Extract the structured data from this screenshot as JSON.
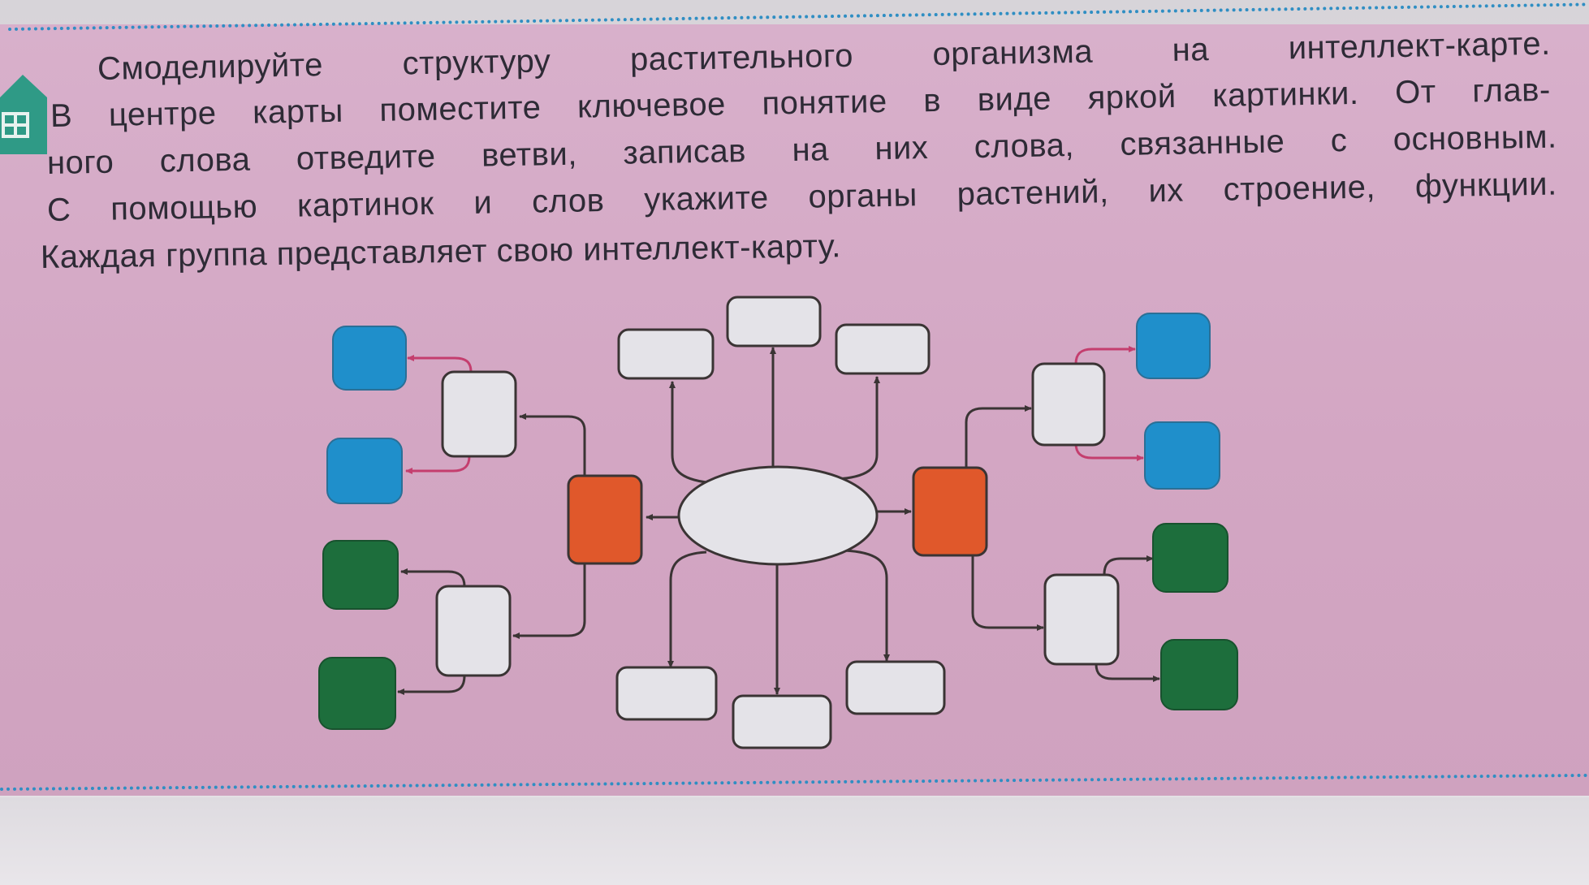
{
  "instruction": {
    "line1": [
      "Смоделируйте",
      "структуру",
      "растительного",
      "организма",
      "на",
      "интеллект-карте."
    ],
    "line2": [
      "В",
      "центре",
      "карты",
      "поместите",
      "ключевое",
      "понятие",
      "в",
      "виде",
      "яркой",
      "картинки.",
      "От",
      "глав-"
    ],
    "line3": [
      "ного",
      "слова",
      "отведите",
      "ветви,",
      "записав",
      "на",
      "них",
      "слова,",
      "связанные",
      "с",
      "основным."
    ],
    "line4": [
      "С",
      "помощью",
      "картинок",
      "и",
      "слов",
      "укажите",
      "органы",
      "растений,",
      "их",
      "строение,",
      "функции."
    ],
    "line5": "Каждая группа представляет свою интеллект-карту."
  },
  "colors": {
    "panel": "#d6abc7",
    "dots": "#2f8ec3",
    "white_box": "#e4e3e8",
    "blue_box": "#1f8fcb",
    "green_box": "#1d6e3c",
    "orange_box": "#e0582b",
    "arrow": "#3a3434",
    "pink_arrow": "#c43e6e",
    "house": "#2f9a86"
  },
  "icons": {
    "section_marker": "house-icon"
  }
}
